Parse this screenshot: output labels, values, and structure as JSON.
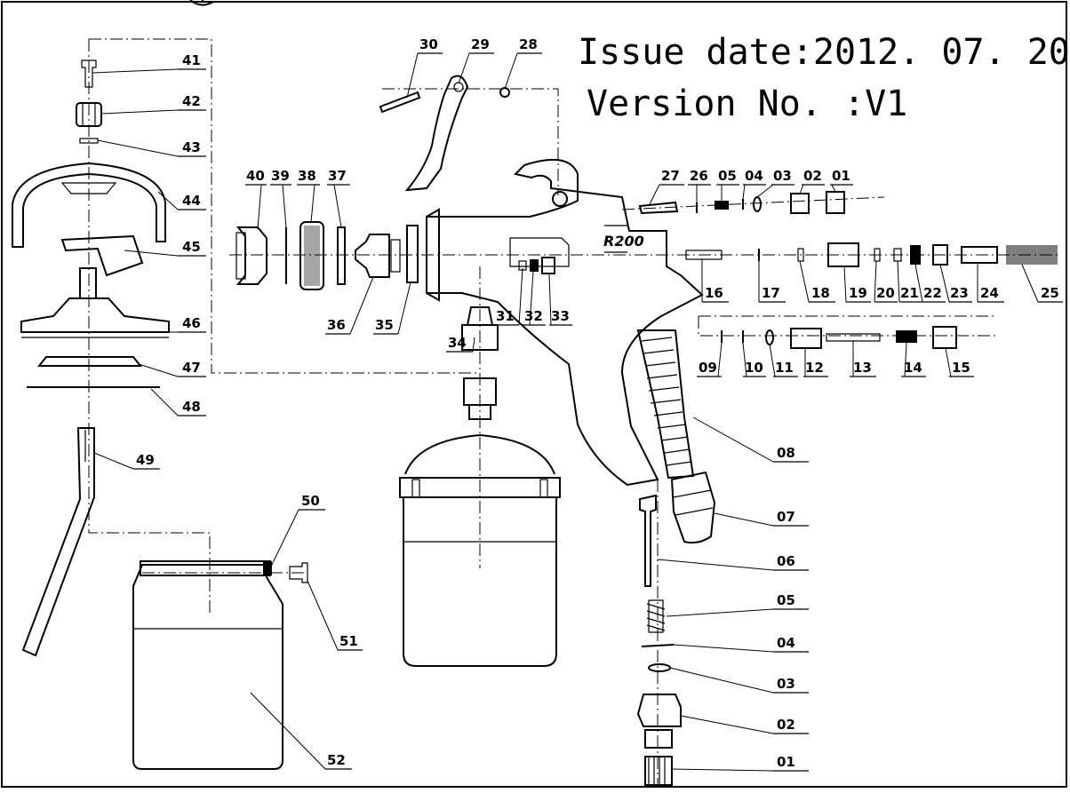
{
  "header": {
    "issue_date": "Issue date:2012. 07. 20",
    "version": "Version No. :V1"
  },
  "brand_mark": "R200",
  "labels": {
    "p01a": "01",
    "p02a": "02",
    "p03a": "03",
    "p04a": "04",
    "p05a": "05",
    "p06": "06",
    "p07": "07",
    "p08": "08",
    "p09": "09",
    "p10": "10",
    "p11": "11",
    "p12": "12",
    "p13": "13",
    "p14": "14",
    "p15": "15",
    "p16": "16",
    "p17": "17",
    "p18": "18",
    "p19": "19",
    "p20": "20",
    "p21": "21",
    "p22": "22",
    "p23": "23",
    "p24": "24",
    "p25": "25",
    "p26": "26",
    "p27": "27",
    "p28": "28",
    "p29": "29",
    "p30": "30",
    "p31": "31",
    "p32": "32",
    "p33": "33",
    "p34": "34",
    "p35": "35",
    "p36": "36",
    "p37": "37",
    "p38": "38",
    "p39": "39",
    "p40": "40",
    "p41": "41",
    "p42": "42",
    "p43": "43",
    "p44": "44",
    "p45": "45",
    "p46": "46",
    "p47": "47",
    "p48": "48",
    "p49": "49",
    "p50": "50",
    "p51": "51",
    "p52": "52",
    "p05b": "05",
    "p04b": "04",
    "p03b": "03",
    "p02b": "02",
    "p01b": "01"
  }
}
